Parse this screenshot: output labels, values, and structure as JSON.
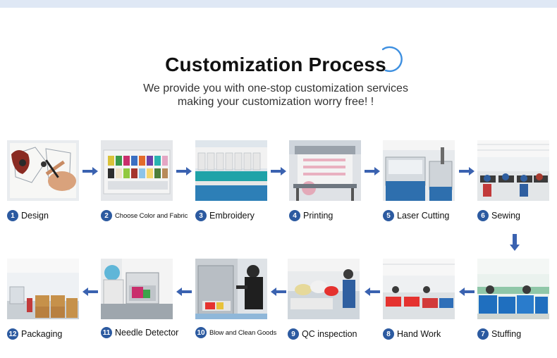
{
  "header": {
    "title": "Customization Process",
    "subtitle_line1": "We provide you with one-stop customization services",
    "subtitle_line2": "making your customization worry free!  !"
  },
  "colors": {
    "accent": "#2c5aa0",
    "arrow": "#3a62b0",
    "arc": "#3d8fe0"
  },
  "steps": [
    {
      "num": "1",
      "label": "Design",
      "icon": "design-photo"
    },
    {
      "num": "2",
      "label": "Choose Color and Fabric",
      "icon": "fabric-swatches-photo"
    },
    {
      "num": "3",
      "label": "Embroidery",
      "icon": "embroidery-machine-photo"
    },
    {
      "num": "4",
      "label": "Printing",
      "icon": "printing-machine-photo"
    },
    {
      "num": "5",
      "label": "Laser Cutting",
      "icon": "laser-cutter-photo"
    },
    {
      "num": "6",
      "label": "Sewing",
      "icon": "sewing-workshop-photo"
    },
    {
      "num": "7",
      "label": "Stuffing",
      "icon": "stuffing-workshop-photo"
    },
    {
      "num": "8",
      "label": "Hand Work",
      "icon": "hand-work-photo"
    },
    {
      "num": "9",
      "label": "QC inspection",
      "icon": "qc-inspection-photo"
    },
    {
      "num": "10",
      "label": "Blow and Clean Goods",
      "icon": "blow-clean-photo"
    },
    {
      "num": "11",
      "label": "Needle Detector",
      "icon": "needle-detector-photo"
    },
    {
      "num": "12",
      "label": "Packaging",
      "icon": "packaging-photo"
    }
  ]
}
